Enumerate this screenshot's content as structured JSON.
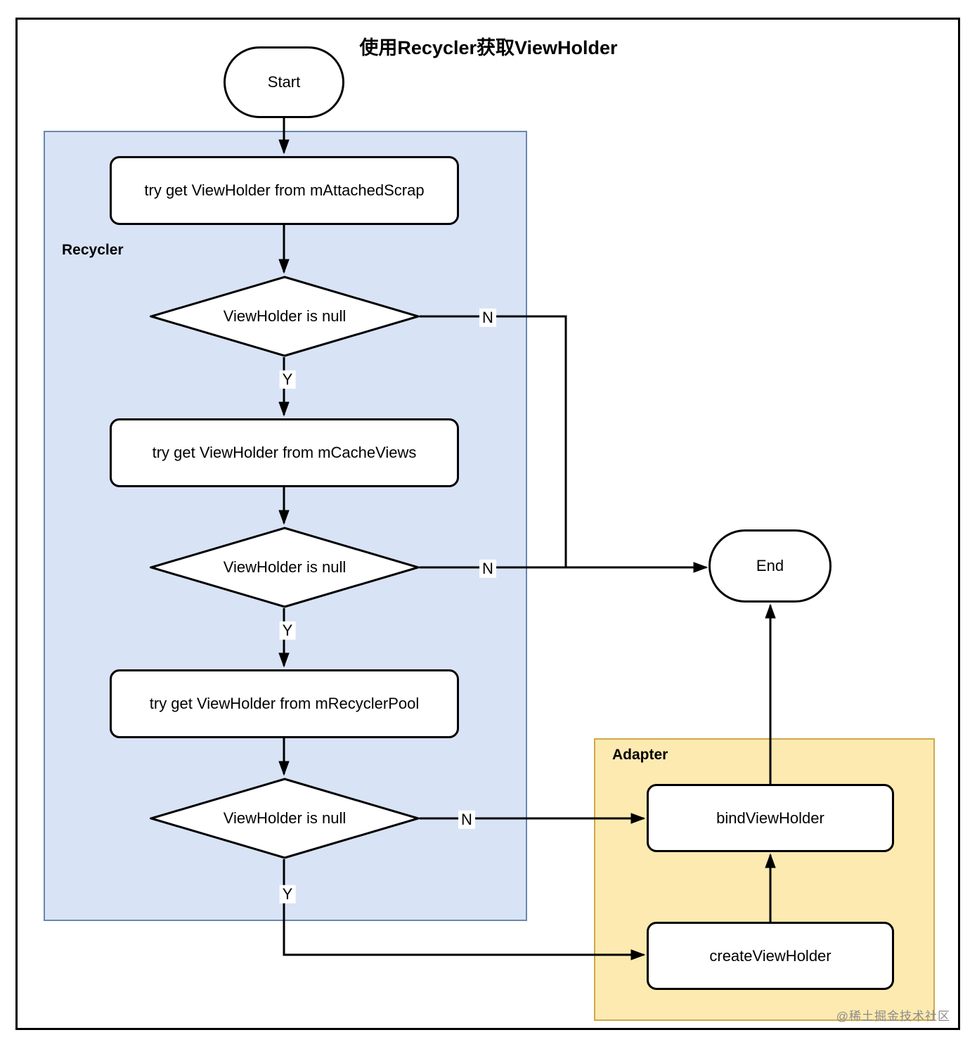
{
  "title": "使用Recycler获取ViewHolder",
  "watermark": "@稀土掘金技术社区",
  "colors": {
    "recycler_fill": "#d9e3f6",
    "recycler_border": "#6a87af",
    "adapter_fill": "#fdeab0",
    "adapter_border": "#cfa84a",
    "node_fill": "#ffffff",
    "node_border": "#000000",
    "line_color": "#000000",
    "watermark_color": "#8b8b8b",
    "page_bg": "#ffffff"
  },
  "regions": {
    "recycler": {
      "label": "Recycler"
    },
    "adapter": {
      "label": "Adapter"
    }
  },
  "nodes": {
    "start": {
      "label": "Start",
      "type": "terminal"
    },
    "end": {
      "label": "End",
      "type": "terminal"
    },
    "step1": {
      "label": "try get ViewHolder from mAttachedScrap",
      "type": "process"
    },
    "decision1": {
      "label": "ViewHolder is null",
      "type": "decision"
    },
    "step2": {
      "label": "try get ViewHolder from mCacheViews",
      "type": "process"
    },
    "decision2": {
      "label": "ViewHolder is null",
      "type": "decision"
    },
    "step3": {
      "label": "try get ViewHolder from mRecyclerPool",
      "type": "process"
    },
    "decision3": {
      "label": "ViewHolder is null",
      "type": "decision"
    },
    "bind": {
      "label": "bindViewHolder",
      "type": "process"
    },
    "create": {
      "label": "createViewHolder",
      "type": "process"
    }
  },
  "edge_labels": {
    "d1_n": "N",
    "d1_y": "Y",
    "d2_n": "N",
    "d2_y": "Y",
    "d3_n": "N",
    "d3_y": "Y"
  }
}
